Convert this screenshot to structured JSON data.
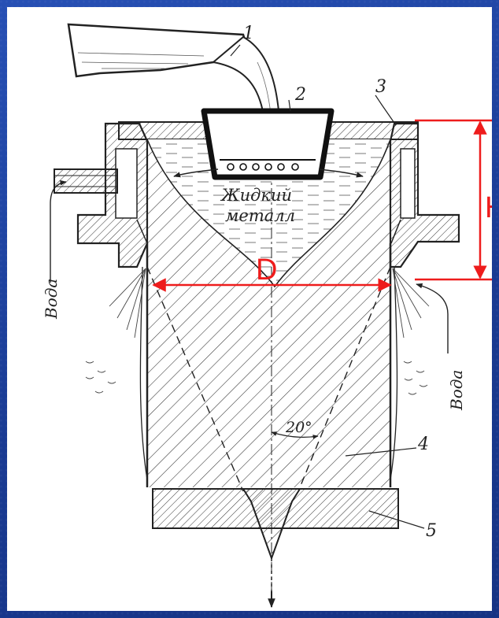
{
  "callouts": {
    "n1": "1",
    "n2": "2",
    "n3": "3",
    "n4": "4",
    "n5": "5"
  },
  "labels": {
    "liquid_line1": "Жидкий",
    "liquid_line2": "металл",
    "water_left": "Вода",
    "water_right": "Вода",
    "angle": "20°"
  },
  "dimensions": {
    "diameter": "D",
    "height": "H"
  },
  "colors": {
    "background": "#1b3f9a",
    "panel": "#ffffff",
    "ink": "#222222",
    "dimension": "#ee1c1c"
  }
}
